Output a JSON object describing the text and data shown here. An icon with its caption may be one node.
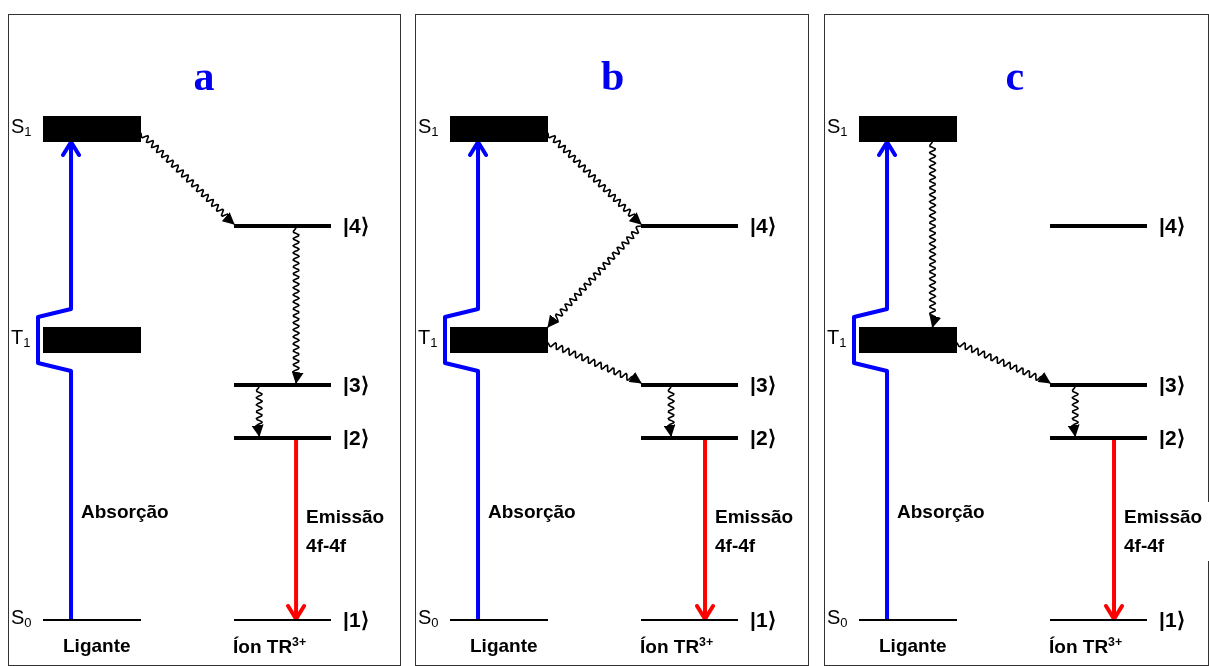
{
  "diagram": {
    "nodes": [
      {
        "text": [
          "a"
        ]
      },
      {
        "text": [],
        "shape": "bar",
        "in": 0,
        "beside": [
          "S$_{1}$"
        ]
      },
      {
        "text": [],
        "shape": "bar",
        "in": 0,
        "beside": [
          "|4⟩"
        ]
      },
      {
        "text": [],
        "shape": "bar",
        "in": 0,
        "beside": [
          "T$_{1}$"
        ]
      },
      {
        "text": [],
        "shape": "bar",
        "in": 0,
        "beside": [
          "|3⟩"
        ]
      },
      {
        "text": [],
        "shape": "bar",
        "in": 0,
        "beside": [
          "|2⟩"
        ]
      },
      {
        "text": [],
        "shape": "bar",
        "in": 0,
        "beside": [
          "S$_{0}$"
        ]
      },
      {
        "text": [],
        "shape": "bar",
        "in": 0,
        "beside": [
          "|1⟩"
        ]
      },
      {
        "text": [
          "b"
        ]
      },
      {
        "text": [],
        "shape": "bar",
        "in": 8,
        "beside": [
          "S$_{1}$"
        ]
      },
      {
        "text": [],
        "shape": "bar",
        "in": 8,
        "beside": [
          "|4⟩"
        ]
      },
      {
        "text": [],
        "shape": "bar",
        "in": 8,
        "beside": [
          "T$_{1}$"
        ]
      },
      {
        "text": [],
        "shape": "bar",
        "in": 8,
        "beside": [
          "|3⟩"
        ]
      },
      {
        "text": [],
        "shape": "bar",
        "in": 8,
        "beside": [
          "|2⟩"
        ]
      },
      {
        "text": [],
        "shape": "bar",
        "in": 8,
        "beside": [
          "S$_{0}$"
        ]
      },
      {
        "text": [],
        "shape": "bar",
        "in": 8,
        "beside": [
          "|1⟩"
        ]
      },
      {
        "text": [
          "c"
        ]
      },
      {
        "text": [],
        "shape": "bar",
        "in": 16,
        "beside": [
          "S$_{1}$"
        ]
      },
      {
        "text": [],
        "shape": "bar",
        "in": 16,
        "beside": [
          "|4⟩"
        ]
      },
      {
        "text": [],
        "shape": "bar",
        "in": 16,
        "beside": [
          "T$_{1}$"
        ]
      },
      {
        "text": [],
        "shape": "bar",
        "in": 16,
        "beside": [
          "|3⟩"
        ]
      },
      {
        "text": [],
        "shape": "bar",
        "in": 16,
        "beside": [
          "|2⟩"
        ]
      },
      {
        "text": [],
        "shape": "bar",
        "in": 16,
        "beside": [
          "S$_{0}$"
        ]
      },
      {
        "text": [],
        "shape": "bar",
        "in": 16,
        "beside": [
          "|1⟩"
        ]
      }
    ],
    "edges": [
      {
        "from": 6,
        "to": 1,
        "arrow": "to",
        "label": "Absorção",
        "style": "thick",
        "color": "#0000ff"
      },
      {
        "from": 1,
        "to": 2,
        "arrow": "to"
      },
      {
        "from": 2,
        "to": 4,
        "arrow": "to"
      },
      {
        "from": 4,
        "to": 5,
        "arrow": "to"
      },
      {
        "from": 5,
        "to": 7,
        "arrow": "to",
        "label": "Emissão 4f-4f",
        "style": "thick",
        "color": "#ff0000"
      },
      {
        "from": 14,
        "to": 9,
        "arrow": "to",
        "label": "Absorção",
        "style": "thick",
        "color": "#0000ff"
      },
      {
        "from": 9,
        "to": 10,
        "arrow": "to"
      },
      {
        "from": 10,
        "to": 11,
        "arrow": "to"
      },
      {
        "from": 11,
        "to": 12,
        "arrow": "to"
      },
      {
        "from": 12,
        "to": 13,
        "arrow": "to"
      },
      {
        "from": 13,
        "to": 15,
        "arrow": "to",
        "label": "Emissão 4f-4f",
        "style": "thick",
        "color": "#ff0000"
      },
      {
        "from": 22,
        "to": 17,
        "arrow": "to",
        "label": "Absorção",
        "style": "thick",
        "color": "#0000ff"
      },
      {
        "from": 17,
        "to": 19,
        "arrow": "to"
      },
      {
        "from": 19,
        "to": 20,
        "arrow": "to"
      },
      {
        "from": 20,
        "to": 21,
        "arrow": "to"
      },
      {
        "from": 21,
        "to": 23,
        "arrow": "to",
        "label": "Emissão 4f-4f",
        "style": "thick",
        "color": "#ff0000"
      }
    ],
    "labels": [
      "Ligante",
      "Íon TR$^{3+}$",
      "Ligante",
      "Íon TR$^{3+}$",
      "Ligante",
      "Íon TR$^{3+}$"
    ]
  }
}
